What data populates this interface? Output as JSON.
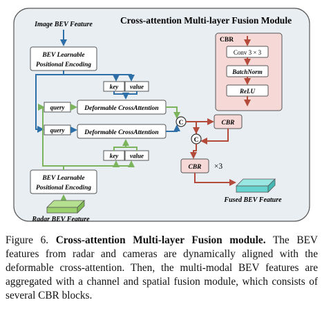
{
  "module_title": "Cross-attention Multi-layer Fusion Module",
  "inputs": {
    "image_feature": "Image BEV Feature",
    "radar_feature": "Radar BEV Feature"
  },
  "encoding": {
    "top": [
      "BEV Learnable",
      "Positional Encoding"
    ],
    "bottom": [
      "BEV Learnable",
      "Positional Encoding"
    ]
  },
  "attention": {
    "key": "key",
    "value": "value",
    "query": "query",
    "block": "Deformable CrossAttention"
  },
  "concat_symbol": "C",
  "cbr_legend": {
    "title": "CBR",
    "layers": [
      "Conv 3 × 3",
      "BatchNorm",
      "ReLU"
    ]
  },
  "fusion": {
    "cbr": "CBR",
    "repeat": "×3",
    "output": "Fused BEV Feature"
  },
  "caption": {
    "label": "Figure 6.",
    "title": "Cross-attention Multi-layer Fusion module.",
    "body": "The BEV features from radar and cameras are dynamically aligned with the deformable cross-attention. Then, the multi-modal BEV features are aggregated with a channel and spatial fusion module, which consists of several CBR blocks."
  },
  "colors": {
    "camera_path": "#2f6fa8",
    "radar_path": "#7cb35d",
    "cbr_path": "#b44a3a",
    "cbr_fill": "#f6d9d6",
    "panel_fill": "#e9eef3",
    "radar_feature_fill": "#9bd06e",
    "fused_feature_fill": "#66d3cf"
  }
}
